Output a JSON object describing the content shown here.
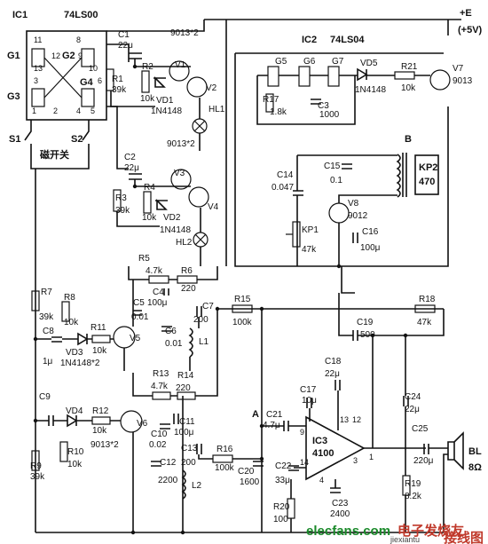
{
  "labels": {
    "ic1": "IC1",
    "ic1_type": "74LS00",
    "ic2": "IC2",
    "ic2_type": "74LS04",
    "pe": "+E",
    "p5v": "(+5V)",
    "g1": "G1",
    "g2": "G2",
    "g3": "G3",
    "g4": "G4",
    "p11": "11",
    "p13": "13",
    "p12": "12",
    "p8": "8",
    "p9": "9",
    "p10": "10",
    "p3": "3",
    "p1": "1",
    "p2": "2",
    "p6": "6",
    "p4": "4",
    "p5": "5",
    "s1": "S1",
    "s2": "S2",
    "switch": "磁开关",
    "c1": "C1",
    "c1v": "22μ",
    "r1": "R1",
    "r1v": "39k",
    "r2": "R2",
    "r2v": "10k",
    "vd1": "VD1",
    "vd1t": "1N4148",
    "v1": "V1",
    "v2": "V2",
    "t9013a": "9013*2",
    "hl1": "HL1",
    "c2": "C2",
    "c2v": "22μ",
    "r3": "R3",
    "r3v": "39k",
    "r4": "R4",
    "r4v": "10k",
    "vd2": "VD2",
    "vd2t": "1N4148",
    "v3": "V3",
    "v4": "V4",
    "t9013b": "9013*2",
    "hl2": "HL2",
    "g5": "G5",
    "g6": "G6",
    "g7": "G7",
    "r17": "R17",
    "r17v": "1.8k",
    "c3": "C3",
    "c3v": "1000",
    "vd5": "VD5",
    "vd5t": "1N4148",
    "r21": "R21",
    "r21v": "10k",
    "v7": "V7",
    "v7t": "9013",
    "b": "B",
    "kp2": "KP2",
    "kp2v": "470",
    "c14": "C14",
    "c14v": "0.047",
    "c15": "C15",
    "c15v": "0.1",
    "v8": "V8",
    "v8t": "9012",
    "kp1": "KP1",
    "kp1v": "47k",
    "c16": "C16",
    "c16v": "100μ",
    "r5": "R5",
    "r5v": "4.7k",
    "r6": "R6",
    "r6v": "220",
    "c4": "C4",
    "c4v": "100μ",
    "c5": "C5",
    "c5v": "0.01",
    "c6": "C6",
    "c6v": "0.01",
    "c7": "C7",
    "c7v": "200",
    "l1": "L1",
    "r7": "R7",
    "r7v": "39k",
    "r8": "R8",
    "r8v": "10k",
    "c8": "C8",
    "c8v": "1μ",
    "vd3": "VD3",
    "vd3t": "1N4148*2",
    "r11": "R11",
    "r11v": "10k",
    "v5": "V5",
    "r15": "R15",
    "r15v": "100k",
    "r18": "R18",
    "r18v": "47k",
    "c19": "C19",
    "c19v": "500",
    "r13": "R13",
    "r13v": "4.7k",
    "r14": "R14",
    "r14v": "220",
    "c9": "C9",
    "vd4": "VD4",
    "r12": "R12",
    "r12v": "10k",
    "v6": "V6",
    "v6t": "9013*2",
    "r9": "R9",
    "r9v": "39k",
    "r10": "R10",
    "r10v": "10k",
    "c10": "C10",
    "c10v": "0.02",
    "c11": "C11",
    "c11v": "100μ",
    "c12": "C12",
    "c12v": "2200",
    "c13": "C13",
    "c13v": "200",
    "l2": "L2",
    "r16": "R16",
    "r16v": "100k",
    "c20": "C20",
    "c20v": "1600",
    "a": "A",
    "c21": "C21",
    "c21v": "4.7μ",
    "c17": "C17",
    "c17v": "10μ",
    "c18": "C18",
    "c18v": "22μ",
    "ic3": "IC3",
    "ic3t": "4100",
    "c22": "C22",
    "c22v": "33μ",
    "c23": "C23",
    "c23v": "2400",
    "r20": "R20",
    "r20v": "100",
    "c24": "C24",
    "c24v": "22μ",
    "c25": "C25",
    "c25v": "220μ",
    "r19": "R19",
    "r19v": "8.2k",
    "bl": "BL",
    "blv": "8Ω",
    "n13": "13",
    "n12": "12",
    "n9": "9",
    "n14": "14",
    "n4": "4",
    "n3": "3",
    "n1": "1",
    "n5": "5",
    "n6": "6",
    "wm_main": "elecfans.com",
    "wm_cn": "电子发烧友",
    "wm_sub": "jiexiantu",
    "wm_right": "接线图"
  }
}
